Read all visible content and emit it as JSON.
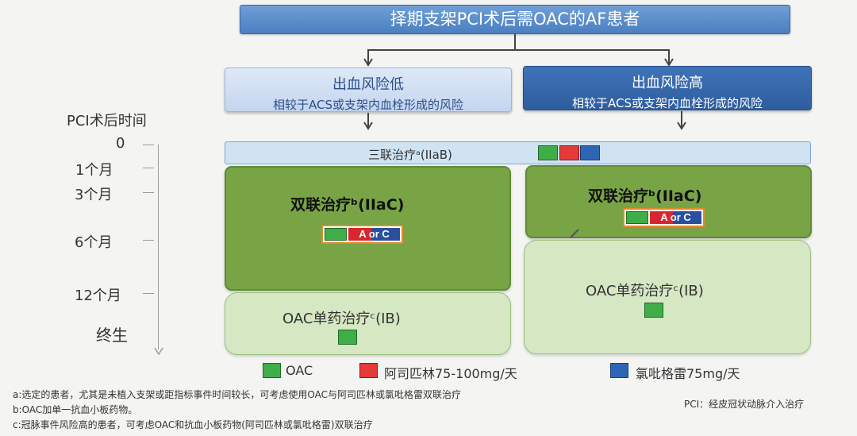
{
  "title": "择期支架PCI术后需OAC的AF患者",
  "risk_low": {
    "line1": "出血风险低",
    "line2": "相较于ACS或支架内血栓形成的风险"
  },
  "risk_high": {
    "line1": "出血风险高",
    "line2": "相较于ACS或支架内血栓形成的风险"
  },
  "timeline": {
    "title": "PCI术后时间",
    "labels": [
      "0",
      "1个月",
      "3个月",
      "6个月",
      "12个月",
      "终生"
    ]
  },
  "triple": {
    "label": "三联治疗ᵃ(IIaB)"
  },
  "dual_low": {
    "label": "双联治疗ᵇ(IIaC)",
    "combo_text": "A or C"
  },
  "dual_high": {
    "label": "双联治疗ᵇ(IIaC)",
    "combo_text": "A or C"
  },
  "oac_low": {
    "label": "OAC单药治疗ᶜ(IB)"
  },
  "oac_high": {
    "label": "OAC单药治疗ᶜ(IB)"
  },
  "legend": {
    "oac": "OAC",
    "aspirin": "阿司匹林75-100mg/天",
    "clopidogrel": "氯吡格雷75mg/天"
  },
  "colors": {
    "oac": "#3fae49",
    "aspirin": "#e53a3a",
    "clopidogrel": "#2e66b5"
  },
  "footnotes": {
    "a": "a:选定的患者，尤其是未植入支架或距指标事件时间较长，可考虑使用OAC与阿司匹林或氯吡格雷双联治疗",
    "b": "b:OAC加单一抗血小板药物。",
    "c": "c:冠脉事件风险高的患者，可考虑OAC和抗血小板药物(阿司匹林或氯吡格雷)双联治疗",
    "pci": "PCI：经皮冠状动脉介入治疗"
  }
}
